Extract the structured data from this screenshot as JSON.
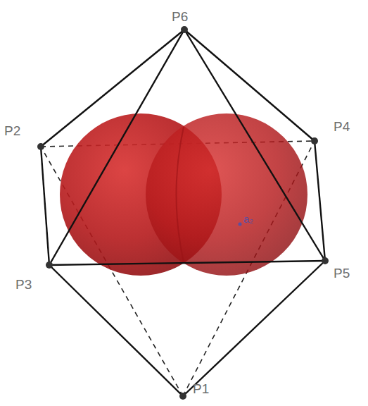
{
  "diagram": {
    "labels": [
      "P6",
      "P2",
      "P4",
      "P3",
      "P5",
      "P1",
      "a₂"
    ]
  }
}
